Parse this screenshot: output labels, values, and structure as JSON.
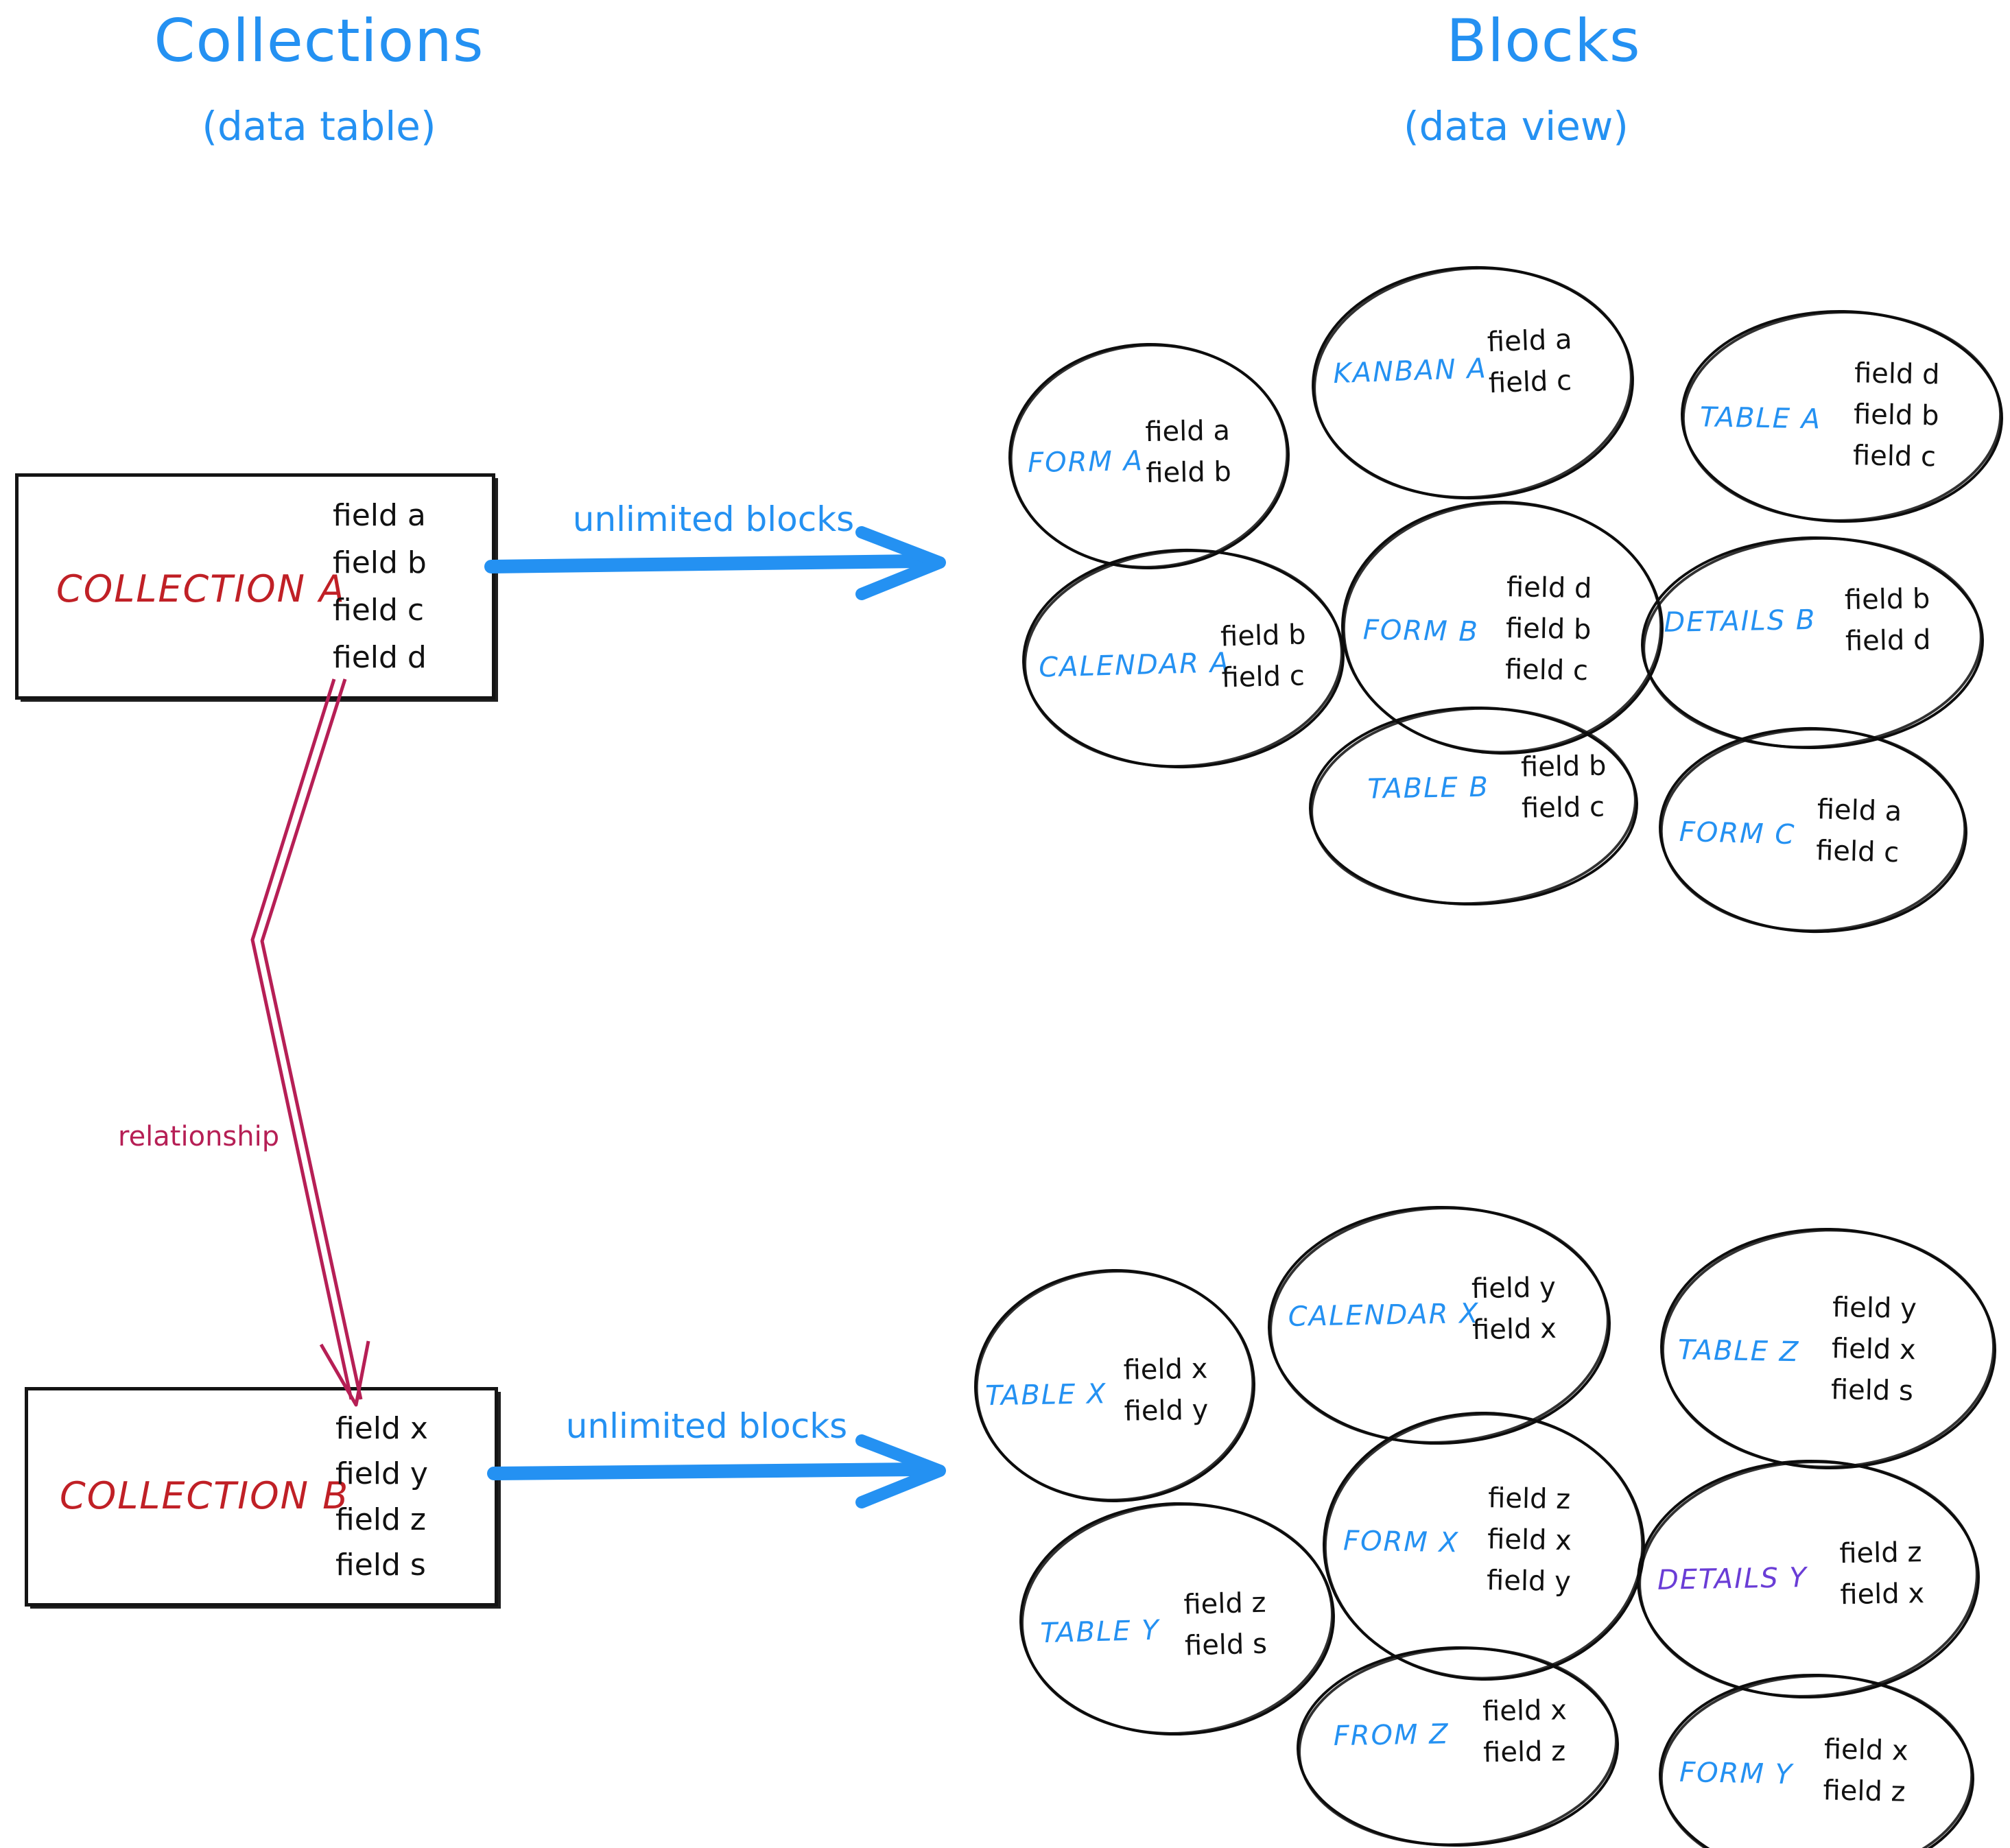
{
  "headings": {
    "left": {
      "title": "Collections",
      "subtitle": "(data table)"
    },
    "right": {
      "title": "Blocks",
      "subtitle": "(data view)"
    }
  },
  "colors": {
    "accent_blue": "#2491f2",
    "collection_red": "#c02026",
    "relationship_crimson": "#b61f55",
    "details_purple": "#6a3dd6",
    "ink_black": "#111111"
  },
  "collections": [
    {
      "name": "COLLECTION A",
      "fields": [
        "field a",
        "field b",
        "field c",
        "field d"
      ],
      "arrow_label": "unlimited blocks"
    },
    {
      "name": "COLLECTION B",
      "fields": [
        "field x",
        "field y",
        "field z",
        "field s"
      ],
      "arrow_label": "unlimited blocks"
    }
  ],
  "relationship": {
    "label": "relationship"
  },
  "blocks_group_a": [
    {
      "name": "FORM A",
      "color": "#2491f2",
      "fields": [
        "field a",
        "field b"
      ]
    },
    {
      "name": "KANBAN A",
      "color": "#2491f2",
      "fields": [
        "field a",
        "field c"
      ]
    },
    {
      "name": "TABLE A",
      "color": "#2491f2",
      "fields": [
        "field d",
        "field b",
        "field c"
      ]
    },
    {
      "name": "CALENDAR A",
      "color": "#2491f2",
      "fields": [
        "field b",
        "field c"
      ]
    },
    {
      "name": "FORM B",
      "color": "#2491f2",
      "fields": [
        "field d",
        "field b",
        "field c"
      ]
    },
    {
      "name": "DETAILS B",
      "color": "#2491f2",
      "fields": [
        "field b",
        "field d"
      ]
    },
    {
      "name": "TABLE B",
      "color": "#2491f2",
      "fields": [
        "field b",
        "field c"
      ]
    },
    {
      "name": "FORM C",
      "color": "#2491f2",
      "fields": [
        "field a",
        "field c"
      ]
    }
  ],
  "blocks_group_b": [
    {
      "name": "TABLE X",
      "color": "#2491f2",
      "fields": [
        "field x",
        "field y"
      ]
    },
    {
      "name": "CALENDAR X",
      "color": "#2491f2",
      "fields": [
        "field y",
        "field x"
      ]
    },
    {
      "name": "TABLE Z",
      "color": "#2491f2",
      "fields": [
        "field y",
        "field x",
        "field s"
      ]
    },
    {
      "name": "TABLE Y",
      "color": "#2491f2",
      "fields": [
        "field z",
        "field s"
      ]
    },
    {
      "name": "FORM X",
      "color": "#2491f2",
      "fields": [
        "field z",
        "field x",
        "field y"
      ]
    },
    {
      "name": "DETAILS Y",
      "color": "#6a3dd6",
      "fields": [
        "field z",
        "field x"
      ]
    },
    {
      "name": "FROM Z",
      "color": "#2491f2",
      "fields": [
        "field x",
        "field z"
      ]
    },
    {
      "name": "FORM Y",
      "color": "#2491f2",
      "fields": [
        "field x",
        "field z"
      ]
    }
  ]
}
